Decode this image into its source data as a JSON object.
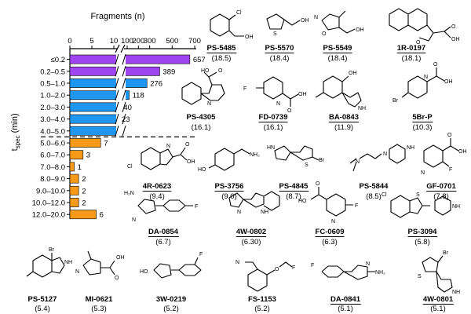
{
  "chart_data": {
    "type": "bar",
    "orientation": "horizontal",
    "title": "",
    "xlabel": "Fragments (n)",
    "ylabel": "t_spec (min)",
    "ylabel_main": "t",
    "ylabel_sub": "spec",
    "ylabel_unit": " (min)",
    "x_scale": "broken",
    "x_segment_1": {
      "range": [
        0,
        10
      ],
      "ticks": [
        "0",
        "5",
        "10"
      ]
    },
    "x_segment_2": {
      "range": [
        100,
        700
      ],
      "ticks": [
        "100",
        "200",
        "300",
        "500",
        "700"
      ]
    },
    "categories": [
      "≤0.2",
      "0.2–0.5",
      "0.5–1.0",
      "1.0–2.0",
      "2.0–3.0",
      "3.0–4.0",
      "4.0–5.0",
      "5.0–6.0",
      "6.0–7.0",
      "7.0–8.0",
      "8.0–9.0",
      "9.0–10.0",
      "10.0–12.0",
      "12.0–20.0"
    ],
    "values": [
      657,
      389,
      276,
      118,
      40,
      23,
      15,
      7,
      3,
      1,
      2,
      2,
      2,
      6
    ],
    "value_labels": [
      "657",
      "389",
      "276",
      "118",
      "40",
      "23",
      "",
      "7",
      "3",
      "1",
      "2",
      "2",
      "2",
      "6"
    ],
    "bar_colors": [
      "#9f45f0",
      "#9f45f0",
      "#1f97f0",
      "#1f97f0",
      "#1f97f0",
      "#1f97f0",
      "#1f97f0",
      "#f79a1a",
      "#f79a1a",
      "#f79a1a",
      "#f79a1a",
      "#f79a1a",
      "#f79a1a",
      "#f79a1a"
    ],
    "threshold_after_category": "4.0–5.0",
    "grid": false,
    "legend": "none"
  },
  "compounds": [
    {
      "name": "PS-5485",
      "value": "(18.5)",
      "underline": true
    },
    {
      "name": "PS-5570",
      "value": "(18.4)",
      "underline": true
    },
    {
      "name": "PS-5549",
      "value": "(18.4)",
      "underline": true
    },
    {
      "name": "1R-0197",
      "value": "(18.1)",
      "underline": true
    },
    {
      "name": "PS-4305",
      "value": "(16.1)",
      "underline": false
    },
    {
      "name": "FD-0739",
      "value": "(16.1)",
      "underline": true
    },
    {
      "name": "BA-0843",
      "value": "(11.9)",
      "underline": true
    },
    {
      "name": "5Br-P",
      "value": "(10.3)",
      "underline": true
    },
    {
      "name": "4R-0623",
      "value": "(9.4)",
      "underline": true
    },
    {
      "name": "PS-3756",
      "value": "(9.0)",
      "underline": true
    },
    {
      "name": "PS-4845",
      "value": "(8.7)",
      "underline": true
    },
    {
      "name": "PS-5844",
      "value": "(8.5)",
      "underline": false
    },
    {
      "name": "GF-0701",
      "value": "(7.8)",
      "underline": true
    },
    {
      "name": "DA-0854",
      "value": "(6.7)",
      "underline": true
    },
    {
      "name": "4W-0802",
      "value": "(6.30)",
      "underline": true
    },
    {
      "name": "FC-0609",
      "value": "(6.3)",
      "underline": true
    },
    {
      "name": "PS-3094",
      "value": "(5.8)",
      "underline": true
    },
    {
      "name": "PS-5127",
      "value": "(5.4)",
      "underline": false
    },
    {
      "name": "MI-0621",
      "value": "(5.3)",
      "underline": false
    },
    {
      "name": "3W-0219",
      "value": "(5.2)",
      "underline": false
    },
    {
      "name": "FS-1153",
      "value": "(5.2)",
      "underline": false
    },
    {
      "name": "DA-0841",
      "value": "(5.1)",
      "underline": true
    },
    {
      "name": "4W-0801",
      "value": "(5.1)",
      "underline": true
    }
  ],
  "atoms": {
    "cl": "Cl",
    "br": "Br",
    "f": "F",
    "oh": "OH",
    "ho": "HO",
    "o": "O",
    "n": "N",
    "s": "S",
    "nh": "NH",
    "hn": "HN",
    "h2n": "H₂N",
    "nh2": "NH₂",
    "cf3": "F",
    "n_": "N"
  }
}
